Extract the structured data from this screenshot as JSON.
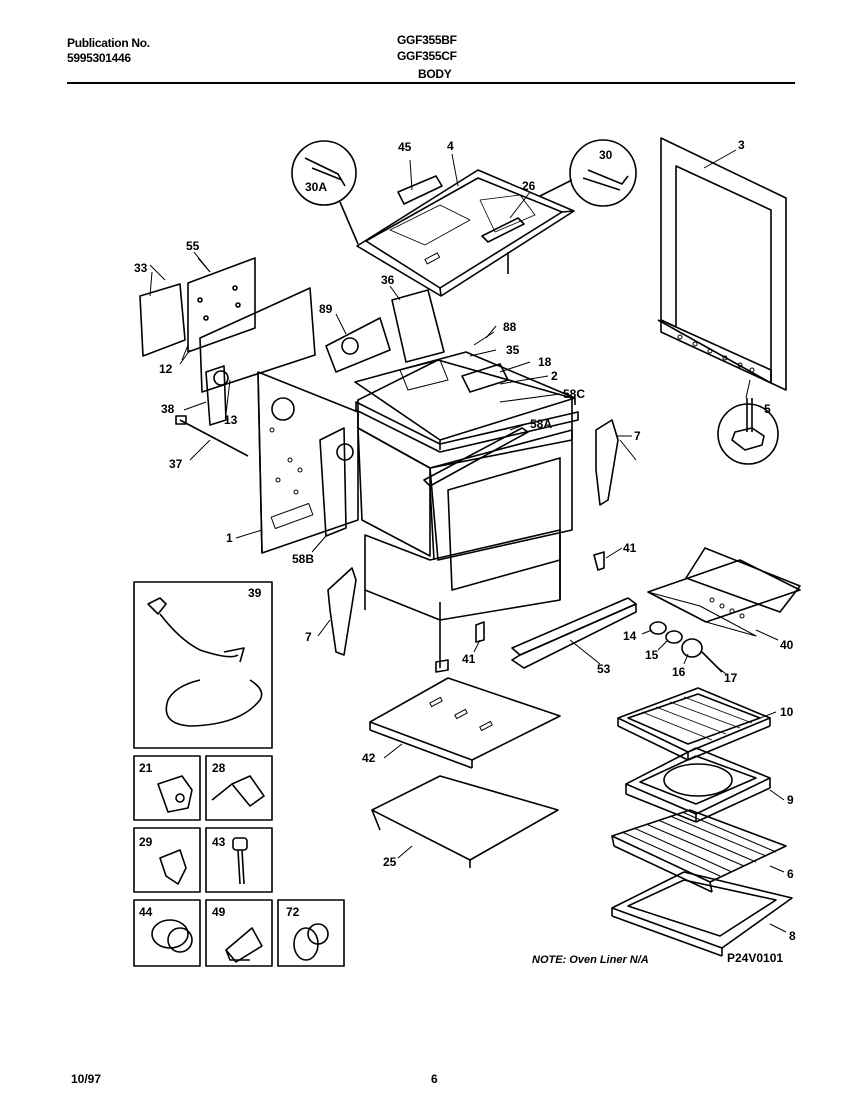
{
  "header": {
    "publication_label": "Publication No.",
    "publication_number": "5995301446",
    "model_1": "GGF355BF",
    "model_2": "GGF355CF",
    "section": "BODY"
  },
  "footer": {
    "date": "10/97",
    "page": "6"
  },
  "diagram": {
    "note": "NOTE: Oven Liner N/A",
    "figure_code": "P24V0101",
    "callouts": [
      "3",
      "4",
      "45",
      "30",
      "30A",
      "26",
      "55",
      "33",
      "12",
      "36",
      "89",
      "88",
      "35",
      "18",
      "2",
      "58C",
      "38",
      "13",
      "58A",
      "7",
      "5",
      "37",
      "1",
      "58B",
      "41",
      "39",
      "14",
      "15",
      "16",
      "17",
      "40",
      "7",
      "41",
      "53",
      "10",
      "21",
      "28",
      "42",
      "9",
      "29",
      "43",
      "6",
      "25",
      "44",
      "49",
      "72",
      "8"
    ]
  }
}
